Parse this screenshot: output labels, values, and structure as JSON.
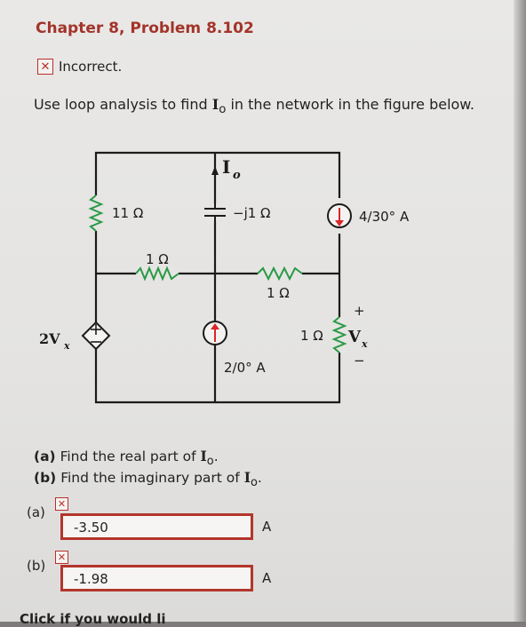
{
  "header": {
    "title": "Chapter 8, Problem 8.102"
  },
  "status": {
    "icon": "x-icon",
    "text": "Incorrect."
  },
  "problem": {
    "prefix": "Use loop analysis to find ",
    "var": "I",
    "sub": "o",
    "suffix": " in the network in the figure below."
  },
  "circuit": {
    "r11": "11 Ω",
    "cap": "−j1 Ω",
    "src_current": "4/30° A",
    "r1_mid": "1 Ω",
    "r1_right": "1 Ω",
    "r1_vx": "1 Ω",
    "io_label": "I",
    "io_sub": "o",
    "dep_src": "2V",
    "dep_sub": "x",
    "cur_src2": "2/0° A",
    "vx_label": "V",
    "vx_sub": "x",
    "plus": "+",
    "minus": "−",
    "src_plus": "+"
  },
  "questions": {
    "a_tag": "(a)",
    "a_text": "Find the real part of ",
    "b_tag": "(b)",
    "b_text": "Find the imaginary part of ",
    "var": "I",
    "sub": "o",
    "dot": "."
  },
  "answers": {
    "a_label": "(a)",
    "a_value": "-3.50",
    "b_label": "(b)",
    "b_value": "-1.98",
    "unit": "A",
    "mark": "x-icon"
  },
  "footer": {
    "text": "Click if you would li"
  }
}
